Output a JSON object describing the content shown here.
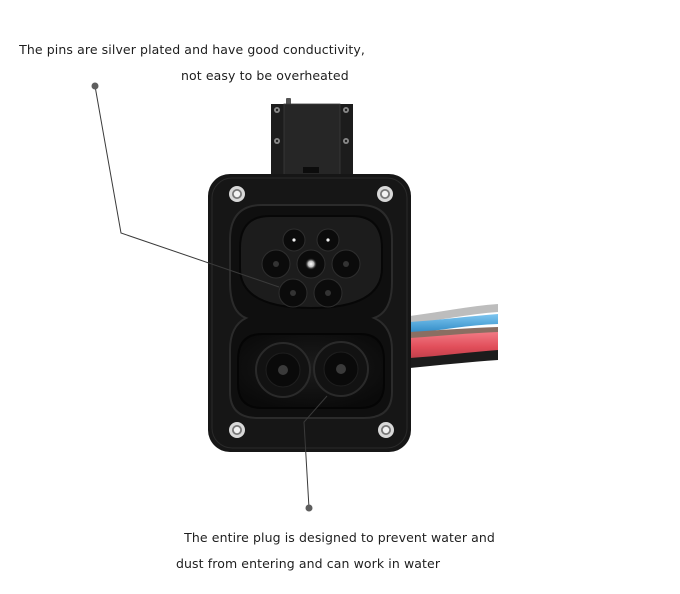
{
  "callouts": {
    "top": {
      "line1": "The pins are silver plated and have good conductivity,",
      "line2": "not easy to be overheated"
    },
    "bottom": {
      "line1": "The entire plug is designed to prevent water and",
      "line2": "dust from entering and can work in water"
    }
  },
  "product": {
    "name": "ev-charging-socket-ccs2",
    "housing_color": "#141414",
    "signal_pin_count": 7,
    "power_pin_count": 2,
    "mount_screw_count": 4,
    "cable_colors": [
      "#b9b9b9",
      "#3d9ad6",
      "#8a6e62",
      "#e0505c",
      "#1a1a1a"
    ]
  },
  "colors": {
    "leader_line": "#444444",
    "marker_dot": "#5a5a5a",
    "background": "#ffffff"
  }
}
